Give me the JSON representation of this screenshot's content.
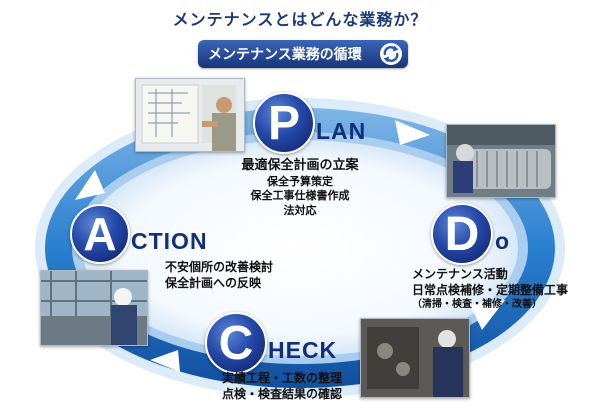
{
  "header": {
    "title": "メンテナンスとはどんな業務か？",
    "badge_label": "メンテナンス業務の循環",
    "badge_icon": "cycle-arrows-icon"
  },
  "colors": {
    "navy": "#1a3a78",
    "ring_blue": "#1d74c7",
    "ring_light": "#cfe2f5",
    "letter_circle": "#2548a8"
  },
  "plan": {
    "initial": "P",
    "rest": "LAN",
    "heading": "最適保全計画の立案",
    "lines": [
      "保全予算策定",
      "保全工事仕様書作成",
      "法対応"
    ]
  },
  "do": {
    "initial": "D",
    "rest": "o",
    "heading": "メンテナンス活動",
    "line": "日常点検補修・定期整備工事",
    "note": "（清掃・検査・補修・改善）"
  },
  "check": {
    "initial": "C",
    "rest": "HECK",
    "lines": [
      "実績工程・工数の整理",
      "点検・検査結果の確認"
    ]
  },
  "action": {
    "initial": "A",
    "rest": "CTION",
    "lines": [
      "不安個所の改善検討",
      "保全計画への反映"
    ]
  }
}
